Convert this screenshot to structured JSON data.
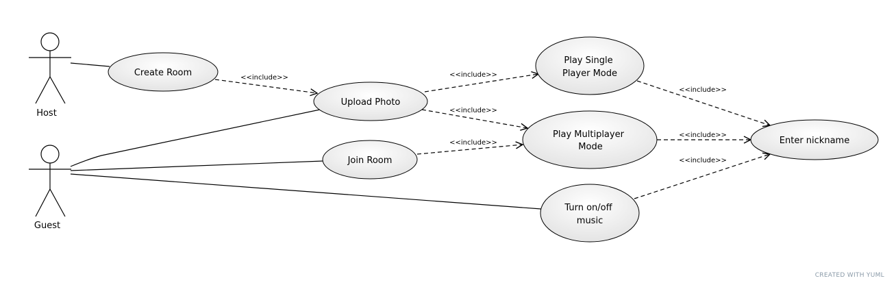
{
  "actors": {
    "host": {
      "label": "Host"
    },
    "guest": {
      "label": "Guest"
    }
  },
  "use_cases": {
    "create_room": {
      "lines": [
        "Create Room"
      ]
    },
    "upload_photo": {
      "lines": [
        "Upload Photo"
      ]
    },
    "join_room": {
      "lines": [
        "Join Room"
      ]
    },
    "play_single": {
      "lines": [
        "Play Single",
        "Player Mode"
      ]
    },
    "play_multi": {
      "lines": [
        "Play Multiplayer",
        "Mode"
      ]
    },
    "music": {
      "lines": [
        "Turn on/off",
        "music"
      ]
    },
    "nickname": {
      "lines": [
        "Enter nickname"
      ]
    }
  },
  "relations": {
    "include_label": "<<include>>"
  },
  "footer": {
    "text": "CREATED WITH YUML"
  },
  "colors": {
    "ellipse_fill_light": "#ffffff",
    "ellipse_fill_dark": "#e4e4e4",
    "line": "#000000",
    "footer": "#8a9aa8"
  }
}
